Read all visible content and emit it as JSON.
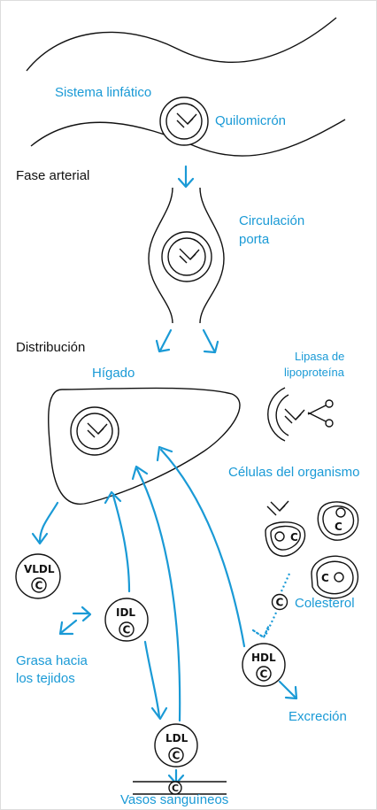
{
  "labels": {
    "sistema_linfatico": "Sistema linfático",
    "quilomicron": "Quilomicrón",
    "fase_arterial": "Fase arterial",
    "circulacion": "Circulación",
    "porta": "porta",
    "distribucion": "Distribución",
    "higado": "Hígado",
    "lipasa_1": "Lipasa de",
    "lipasa_2": "lipoproteína",
    "celulas": "Células del organismo",
    "vldl": "VLDL",
    "idl": "IDL",
    "ldl": "LDL",
    "hdl": "HDL",
    "c": "C",
    "colesterol": "Colesterol",
    "grasa_1": "Grasa hacia",
    "grasa_2": "los tejidos",
    "excrecion": "Excreción",
    "vasos": "Vasos sanguíneos"
  },
  "colors": {
    "accent": "#1a9ad6",
    "ink": "#111111"
  },
  "icons": [
    "triglyceride-icon",
    "scissors-icon",
    "arrow-icon"
  ]
}
